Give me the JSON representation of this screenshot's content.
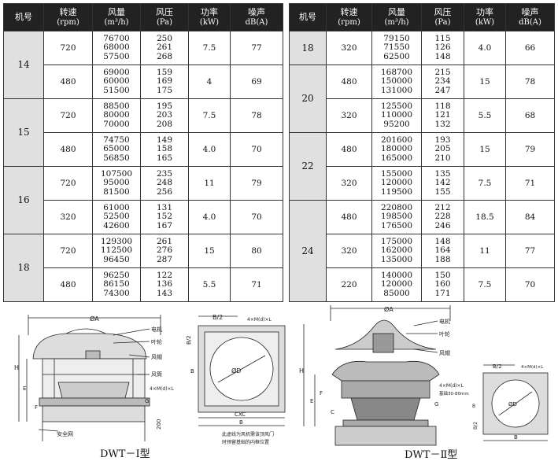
{
  "header": {
    "machine": "机号",
    "speed": "转速",
    "speed_unit": "(rpm)",
    "flow": "风量",
    "flow_unit": "(m³/h)",
    "pressure": "风压",
    "pressure_unit": "(Pa)",
    "power": "功率",
    "power_unit": "(kW)",
    "noise": "噪声",
    "noise_unit": "dB(A)"
  },
  "left_table": [
    {
      "machine": "14",
      "rows": [
        {
          "speed": "720",
          "flow": [
            "76700",
            "68000",
            "57500"
          ],
          "pressure": [
            "250",
            "261",
            "268"
          ],
          "power": "7.5",
          "noise": "77"
        },
        {
          "speed": "480",
          "flow": [
            "69000",
            "60000",
            "51500"
          ],
          "pressure": [
            "159",
            "169",
            "175"
          ],
          "power": "4",
          "noise": "69"
        }
      ]
    },
    {
      "machine": "15",
      "rows": [
        {
          "speed": "720",
          "flow": [
            "88500",
            "80000",
            "70000"
          ],
          "pressure": [
            "195",
            "203",
            "208"
          ],
          "power": "7.5",
          "noise": "78"
        },
        {
          "speed": "480",
          "flow": [
            "74750",
            "65000",
            "56850"
          ],
          "pressure": [
            "149",
            "158",
            "165"
          ],
          "power": "4.0",
          "noise": "70"
        }
      ]
    },
    {
      "machine": "16",
      "rows": [
        {
          "speed": "720",
          "flow": [
            "107500",
            "95000",
            "81500"
          ],
          "pressure": [
            "235",
            "248",
            "256"
          ],
          "power": "11",
          "noise": "79"
        },
        {
          "speed": "320",
          "flow": [
            "61000",
            "52500",
            "42600"
          ],
          "pressure": [
            "131",
            "152",
            "167"
          ],
          "power": "4.0",
          "noise": "70"
        }
      ]
    },
    {
      "machine": "18",
      "rows": [
        {
          "speed": "720",
          "flow": [
            "129300",
            "112500",
            "96450"
          ],
          "pressure": [
            "261",
            "276",
            "287"
          ],
          "power": "15",
          "noise": "80"
        },
        {
          "speed": "480",
          "flow": [
            "96250",
            "86150",
            "74300"
          ],
          "pressure": [
            "122",
            "136",
            "143"
          ],
          "power": "5.5",
          "noise": "71"
        }
      ]
    }
  ],
  "right_table": [
    {
      "machine": "18",
      "rows": [
        {
          "speed": "320",
          "flow": [
            "79150",
            "71550",
            "62500"
          ],
          "pressure": [
            "115",
            "126",
            "148"
          ],
          "power": "4.0",
          "noise": "66"
        }
      ]
    },
    {
      "machine": "20",
      "rows": [
        {
          "speed": "480",
          "flow": [
            "168700",
            "150000",
            "131000"
          ],
          "pressure": [
            "215",
            "234",
            "247"
          ],
          "power": "15",
          "noise": "78"
        },
        {
          "speed": "320",
          "flow": [
            "125500",
            "110000",
            "95200"
          ],
          "pressure": [
            "118",
            "121",
            "132"
          ],
          "power": "5.5",
          "noise": "68"
        }
      ]
    },
    {
      "machine": "22",
      "rows": [
        {
          "speed": "480",
          "flow": [
            "201600",
            "180000",
            "165000"
          ],
          "pressure": [
            "193",
            "205",
            "210"
          ],
          "power": "15",
          "noise": "79"
        },
        {
          "speed": "320",
          "flow": [
            "155000",
            "120000",
            "119500"
          ],
          "pressure": [
            "135",
            "142",
            "155"
          ],
          "power": "7.5",
          "noise": "71"
        }
      ]
    },
    {
      "machine": "24",
      "rows": [
        {
          "speed": "480",
          "flow": [
            "220800",
            "198500",
            "176500"
          ],
          "pressure": [
            "212",
            "228",
            "246"
          ],
          "power": "18.5",
          "noise": "84"
        },
        {
          "speed": "320",
          "flow": [
            "175000",
            "162000",
            "135000"
          ],
          "pressure": [
            "148",
            "164",
            "188"
          ],
          "power": "11",
          "noise": "77"
        },
        {
          "speed": "220",
          "flow": [
            "140000",
            "120000",
            "85000"
          ],
          "pressure": [
            "150",
            "160",
            "171"
          ],
          "power": "7.5",
          "noise": "70"
        }
      ]
    }
  ],
  "drawing1": {
    "dim_a": "ØA",
    "h": "H",
    "e": "E",
    "f": "F",
    "motor": "电机",
    "impeller": "叶轮",
    "hood": "风帽",
    "cylinder": "风筒",
    "bolt": "4×M(d)×L",
    "g": "G",
    "base": "200",
    "net": "安全网"
  },
  "drawing2": {
    "half_b": "B/2",
    "bolt": "4×M(d)×L",
    "half_b_v": "B/2",
    "b_v": "B",
    "diam": "ØD",
    "cxc": "CXC",
    "b": "B",
    "note1": "此虚线为风机需该顶风门",
    "note2": "时预留基础的内框位置"
  },
  "drawing3": {
    "dim_a": "ØA",
    "motor": "电机",
    "impeller": "叶轮",
    "hood": "风帽",
    "h": "H",
    "e": "E",
    "f": "F",
    "g": "G",
    "bolt": "4×M(d)×L",
    "base": "基础30-80mm",
    "c": "C"
  },
  "drawing4": {
    "half_b": "B/2",
    "bolt": "4×M(d)×L",
    "diam": "ØD",
    "half_b_v": "B/2",
    "b_v": "B",
    "b": "B"
  },
  "captions": {
    "type1": "DWT－Ⅰ型",
    "type2": "DWT－Ⅱ型"
  }
}
